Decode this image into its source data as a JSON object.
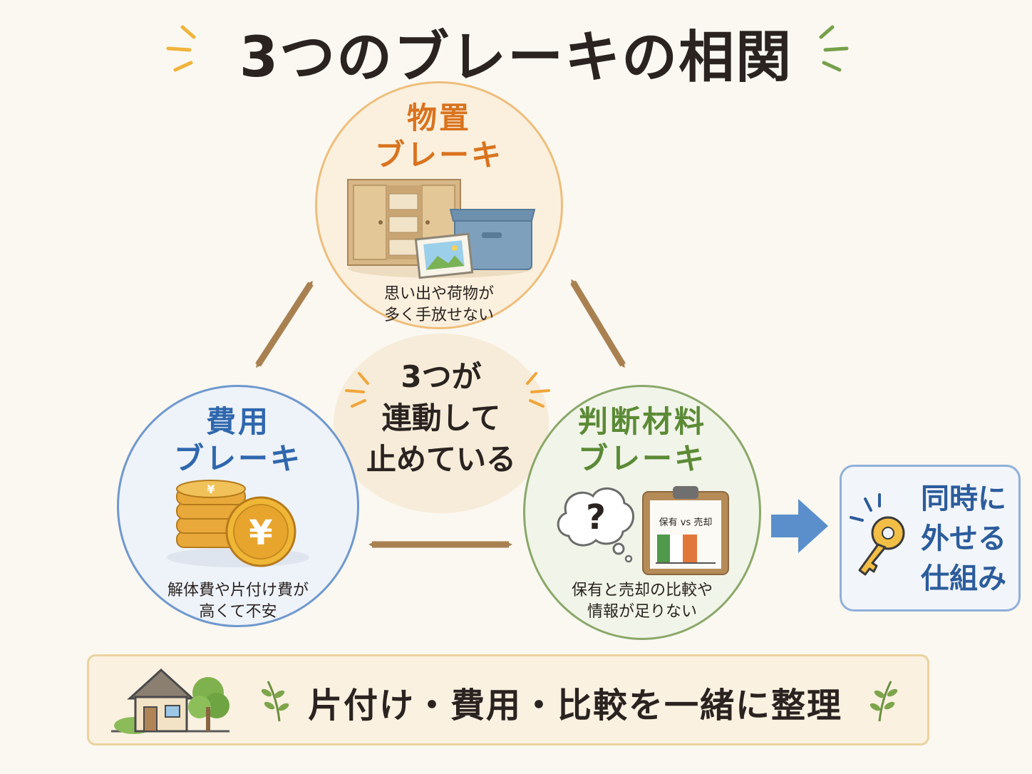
{
  "title": "3つのブレーキの相関",
  "nodes": {
    "top": {
      "title_line1": "物置",
      "title_line2": "ブレーキ",
      "desc_line1": "思い出や荷物が",
      "desc_line2": "多く手放せない"
    },
    "left": {
      "title_line1": "費用",
      "title_line2": "ブレーキ",
      "desc_line1": "解体費や片付け費が",
      "desc_line2": "高くて不安"
    },
    "right": {
      "title_line1": "判断材料",
      "title_line2": "ブレーキ",
      "desc_line1": "保有と売却の比較や",
      "desc_line2": "情報が足りない",
      "clipboard_label": "保有 vs 売却"
    }
  },
  "center": {
    "line1": "3つが",
    "line2": "連動して",
    "line3": "止めている"
  },
  "key_box": {
    "line1": "同時に",
    "line2": "外せる",
    "line3": "仕組み"
  },
  "banner": {
    "text": "片付け・費用・比較を一緒に整理"
  },
  "icons": [
    "storage-cabinet-icon",
    "storage-box-icon",
    "photo-frame-icon",
    "yen-coins-icon",
    "question-cloud-icon",
    "clipboard-chart-icon",
    "key-icon",
    "house-icon",
    "tree-icon",
    "leaf-sprig-icon"
  ],
  "colors": {
    "orange": "#d9731e",
    "blue": "#2f67ad",
    "green": "#5b8a36",
    "arrow": "#a98151",
    "right_arrow": "#5a8fcb"
  }
}
